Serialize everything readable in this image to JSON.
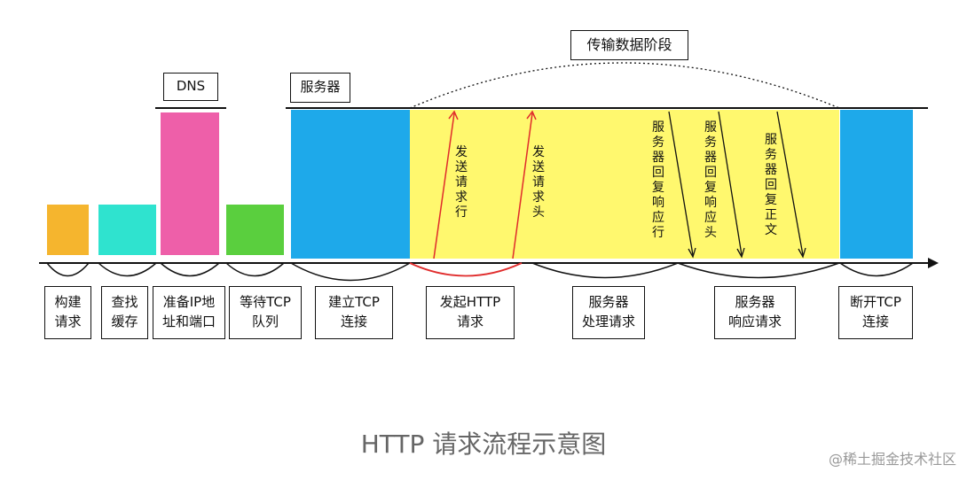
{
  "phase_title": "传输数据阶段",
  "dns_label": "DNS",
  "server_label": "服务器",
  "steps": [
    "构建\n请求",
    "查找\n缓存",
    "准备IP地\n址和端口",
    "等待TCP\n队列",
    "建立TCP\n连接",
    "发起HTTP\n请求",
    "服务器\n处理请求",
    "服务器\n响应请求",
    "断开TCP\n连接"
  ],
  "arrows": {
    "send_request_line": "发\n送\n请\n求\n行",
    "send_request_header": "发\n送\n请\n求\n头",
    "reply_line": "服\n务\n器\n回\n复\n响\n应\n行",
    "reply_header": "服\n务\n器\n回\n复\n响\n应\n头",
    "reply_body": "服\n务\n器\n回\n复\n正\n文"
  },
  "caption": "HTTP 请求流程示意图",
  "watermark": "@稀土掘金技术社区",
  "colors": {
    "build_request": "#F5B52E",
    "find_cache": "#2FE3CF",
    "dns": "#EE5FA9",
    "tcp_queue": "#5ACF3E",
    "server_connect": "#1EA9EA",
    "transfer": "#FFF86E",
    "request_arrow": "#E02B2B"
  }
}
